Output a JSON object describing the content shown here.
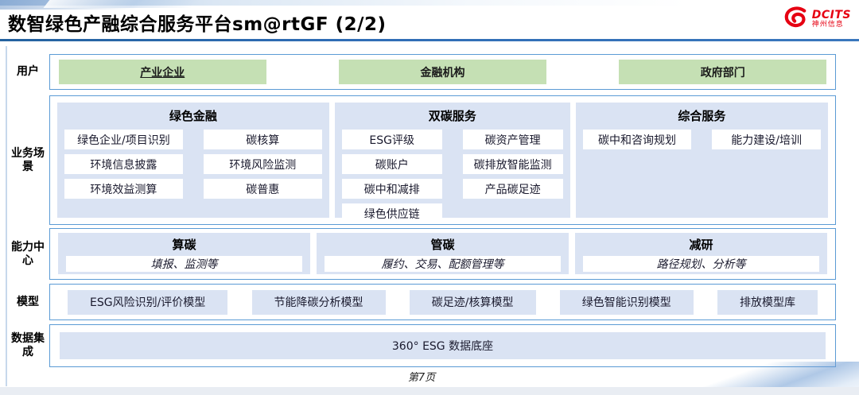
{
  "header": {
    "title": "数智绿色产融综合服务平台sm@rtGF (2/2)",
    "logo": {
      "brand": "DCITS",
      "brand_cn": "神州信息"
    }
  },
  "sections": {
    "users": {
      "label": "用户",
      "items": [
        "产业企业",
        "金融机构",
        "政府部门"
      ]
    },
    "scenarios": {
      "label": "业务场景",
      "columns": [
        {
          "title": "绿色金融",
          "items": [
            "绿色企业/项目识别",
            "碳核算",
            "环境信息披露",
            "环境风险监测",
            "环境效益测算",
            "碳普惠"
          ]
        },
        {
          "title": "双碳服务",
          "items": [
            "ESG评级",
            "碳资产管理",
            "碳账户",
            "碳排放智能监测",
            "碳中和减排",
            "产品碳足迹",
            "绿色供应链"
          ]
        },
        {
          "title": "综合服务",
          "items": [
            "碳中和咨询规划",
            "能力建设/培训"
          ]
        }
      ]
    },
    "capabilities": {
      "label": "能力中心",
      "items": [
        {
          "title": "算碳",
          "desc": "填报、监测等"
        },
        {
          "title": "管碳",
          "desc": "履约、交易、配额管理等"
        },
        {
          "title": "减研",
          "desc": "路径规划、分析等"
        }
      ]
    },
    "models": {
      "label": "模型",
      "items": [
        "ESG风险识别/评价模型",
        "节能降碳分析模型",
        "碳足迹/核算模型",
        "绿色智能识别模型",
        "排放模型库"
      ]
    },
    "data_integration": {
      "label": "数据集成",
      "items": [
        "360° ESG 数据底座"
      ]
    }
  },
  "footer": {
    "page": "第7页"
  },
  "colors": {
    "border_blue": "#5b9bd5",
    "panel_lavender": "#dae3f3",
    "user_green": "#c5e0b4",
    "title_rule_blue": "#2f6db5",
    "brand_red": "#e60012"
  }
}
